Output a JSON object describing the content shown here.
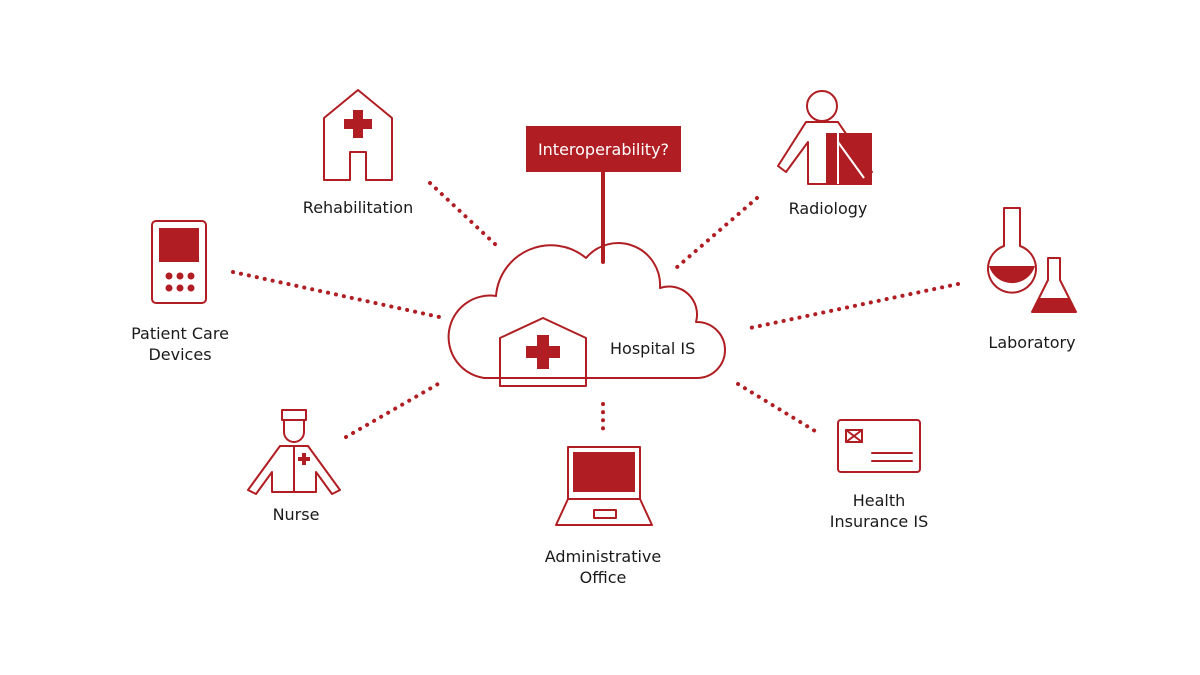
{
  "diagram": {
    "center": {
      "label": "Hospital IS",
      "question": "Interoperability?"
    },
    "nodes": {
      "rehabilitation": {
        "label": "Rehabilitation",
        "icon": "hospital-building-icon"
      },
      "radiology": {
        "label": "Radiology",
        "icon": "xray-person-icon"
      },
      "patient_care": {
        "line1": "Patient Care",
        "line2": "Devices",
        "icon": "medical-device-icon"
      },
      "laboratory": {
        "label": "Laboratory",
        "icon": "lab-flasks-icon"
      },
      "nurse": {
        "label": "Nurse",
        "icon": "nurse-icon"
      },
      "admin_office": {
        "line1": "Administrative",
        "line2": "Office",
        "icon": "laptop-icon"
      },
      "health_insurance": {
        "line1": "Health",
        "line2": "Insurance IS",
        "icon": "insurance-card-icon"
      }
    },
    "colors": {
      "accent": "#b01e23",
      "text": "#1a1a1a",
      "background": "#ffffff"
    }
  }
}
